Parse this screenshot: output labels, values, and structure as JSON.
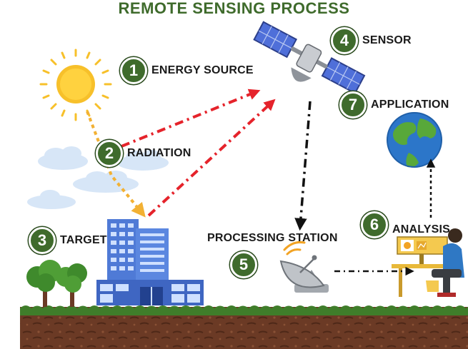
{
  "title": "REMOTE SENSING PROCESS",
  "steps": [
    {
      "num": "1",
      "label": "ENERGY SOURCE"
    },
    {
      "num": "2",
      "label": "RADIATION"
    },
    {
      "num": "3",
      "label": "TARGET"
    },
    {
      "num": "4",
      "label": "SENSOR"
    },
    {
      "num": "5",
      "label": "PROCESSING STATION"
    },
    {
      "num": "6",
      "label": "ANALYSIS"
    },
    {
      "num": "7",
      "label": "APPLICATION"
    }
  ],
  "colors": {
    "title": "#3f6b2c",
    "badge": "#3f6b2c",
    "sun": "#f7c02a",
    "incoming_ray": "#f2b134",
    "reflected_ray": "#e5232b",
    "downlink": "#111111",
    "ground_grass": "#3f7d2a",
    "ground_soil": "#6b3a25",
    "building": "#4f7ad6",
    "cloud": "#d7e6f7"
  },
  "icons": [
    "sun-icon",
    "satellite-icon",
    "cloud-icon",
    "building-icon",
    "tree-icon",
    "dish-antenna-icon",
    "analyst-desk-icon",
    "globe-icon"
  ]
}
